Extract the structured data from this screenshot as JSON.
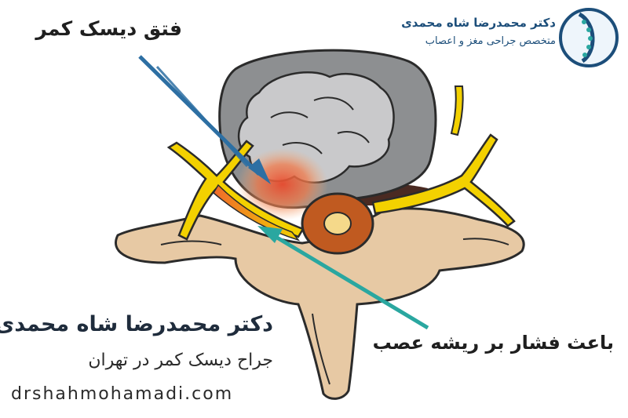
{
  "labels": {
    "herniation": "فتق دیسک کمر",
    "nerve_pressure": "باعث فشار بر ریشه عصب"
  },
  "brand": {
    "name": "دکتر محمدرضا شاه محمدی",
    "specialty": "متخصص جراحی مغز و اعصاب",
    "logo_icon": "spine-logo-icon"
  },
  "footer": {
    "doctor_name": "دکتر محمدرضا شاه محمدی",
    "doctor_role": "جراح دیسک کمر در تهران",
    "website": "drshahmohamadi.com"
  },
  "colors": {
    "disc_outer": "#8d8f91",
    "disc_nucleus": "#c9c9cb",
    "bone": "#e7c9a4",
    "nerve": "#f3d100",
    "herniation_glow": "#e84a2e",
    "arrow_blue": "#2d6fa3",
    "arrow_teal": "#2aa7a0",
    "brand_blue": "#1c4e7a"
  }
}
